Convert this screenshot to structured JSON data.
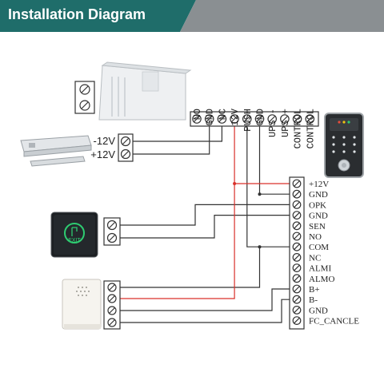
{
  "header": {
    "title": "Installation Diagram",
    "bg_color": "#1f6d6a",
    "stripe_color": "#8a8f92"
  },
  "power_supply": {
    "terminals": [
      "NO",
      "GND",
      "NC",
      "12V",
      "PUSH",
      "GND",
      "UPS -",
      "UPS +",
      "CONTROL",
      "CONTROL"
    ]
  },
  "magnetic_lock": {
    "labels": [
      "-12V",
      "+12V"
    ]
  },
  "exit_button": {
    "label": "EXIT",
    "glow_color": "#2ecc71"
  },
  "reader_terminals": {
    "labels": [
      "+12V",
      "GND",
      "OPK",
      "GND",
      "SEN",
      "NO",
      "COM",
      "NC",
      "ALMI",
      "ALMO",
      "B+",
      "B-",
      "GND",
      "FC_CANCLE"
    ]
  },
  "colors": {
    "wire": "#333333",
    "power_wire": "#d9302a"
  }
}
